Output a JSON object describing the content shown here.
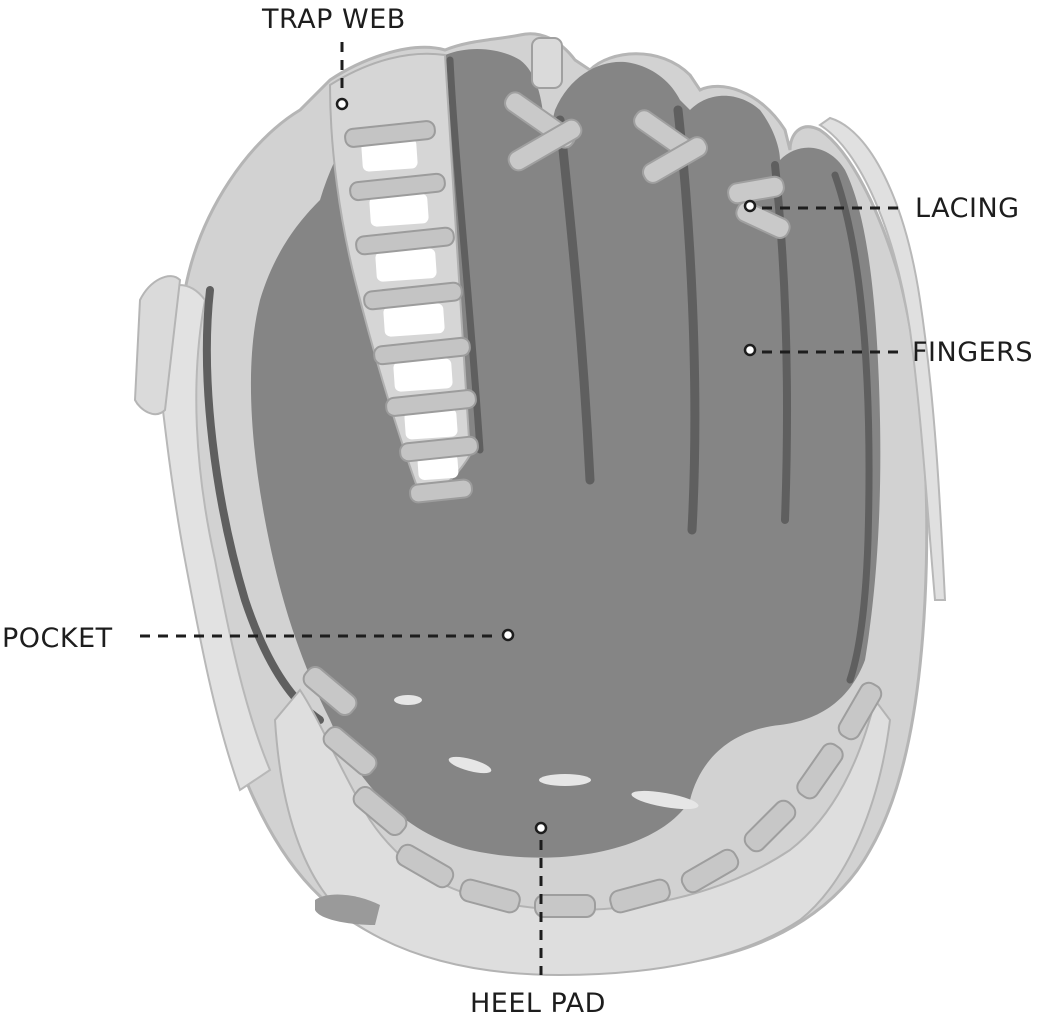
{
  "diagram": {
    "subject": "baseball-glove",
    "colors": {
      "outline_light": "#cfcfcf",
      "lace_light": "#c8c8c8",
      "lace_highlight": "#e6e6e6",
      "palm_dark": "#858585",
      "seam_dark": "#5f5f5f",
      "ink": "#1d1d1d"
    },
    "labels": {
      "trap_web": "TRAP WEB",
      "lacing": "LACING",
      "fingers": "FINGERS",
      "pocket": "POCKET",
      "heel_pad": "HEEL PAD"
    }
  }
}
